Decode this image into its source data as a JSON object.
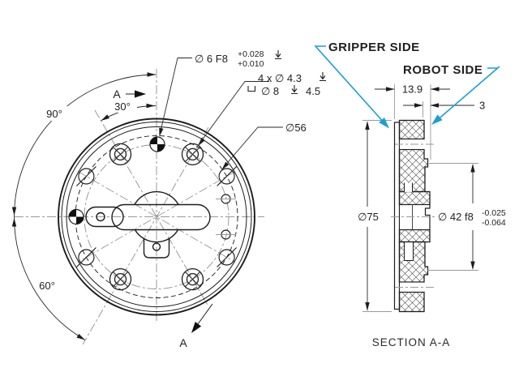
{
  "front_view": {
    "callout_dowel": {
      "text": "∅ 6  F8",
      "tol_upper": "+0.028",
      "tol_lower": "+0.010"
    },
    "callout_bolt_holes": {
      "line1": "4 x ∅ 4.3",
      "line2_dia": "∅ 8",
      "line2_depth": "4.5"
    },
    "callout_bolt_circle": "∅56",
    "angle_90": "90°",
    "angle_30": "30°",
    "angle_60": "60°",
    "section_label_top": "A",
    "section_label_bottom": "A"
  },
  "section_view": {
    "gripper_side_label": "GRIPPER SIDE",
    "robot_side_label": "ROBOT SIDE",
    "dim_width": "13.9",
    "dim_robot_plate": "3",
    "dim_outer": "∅75",
    "dim_pilot": "∅ 42 f8",
    "dim_pilot_tol_upper": "-0.025",
    "dim_pilot_tol_lower": "-0.064",
    "title": "SECTION A-A"
  },
  "colors": {
    "annotation": "#1a9fd4",
    "line": "#1c1c1c",
    "centerline": "#9a9a9a"
  }
}
